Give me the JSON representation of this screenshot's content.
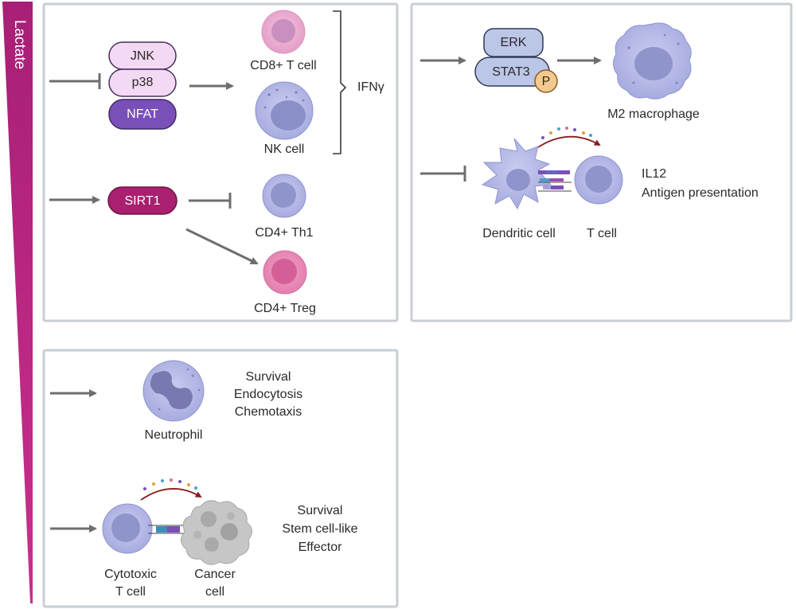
{
  "gradient_bar": {
    "label": "Lactate",
    "color": "#b0287d"
  },
  "colors": {
    "panel_border": "#c9ced3",
    "arrow": "#6e6e6e",
    "pill_light": "#f3d9f3",
    "pill_purple": "#7a4fb8",
    "pill_magenta": "#a8206f",
    "pill_blue": "#bcc6e6",
    "cell_lavender": "#a9aee0",
    "cell_pink": "#e7a7cc"
  },
  "panel_tl": {
    "complex": [
      "JNK",
      "p38",
      "NFAT"
    ],
    "cd8": "CD8+ T cell",
    "nk": "NK cell",
    "ifn": "IFNγ",
    "sirt1": "SIRT1",
    "th1": "CD4+ Th1",
    "treg": "CD4+ Treg"
  },
  "panel_tr": {
    "erk": "ERK",
    "stat3": "STAT3",
    "phospho": "P",
    "macrophage": "M2 macrophage",
    "il12": "IL12",
    "antigen": "Antigen presentation",
    "dendritic": "Dendritic cell",
    "tcell": "T cell"
  },
  "panel_bl": {
    "neutrophil": "Neutrophil",
    "neutro_effects": [
      "Survival",
      "Endocytosis",
      "Chemotaxis"
    ],
    "ctl_effects": [
      "Survival",
      "Stem cell-like",
      "Effector"
    ],
    "ctl_line1": "Cytotoxic",
    "ctl_line2": "T cell",
    "cancer_line1": "Cancer",
    "cancer_line2": "cell"
  }
}
